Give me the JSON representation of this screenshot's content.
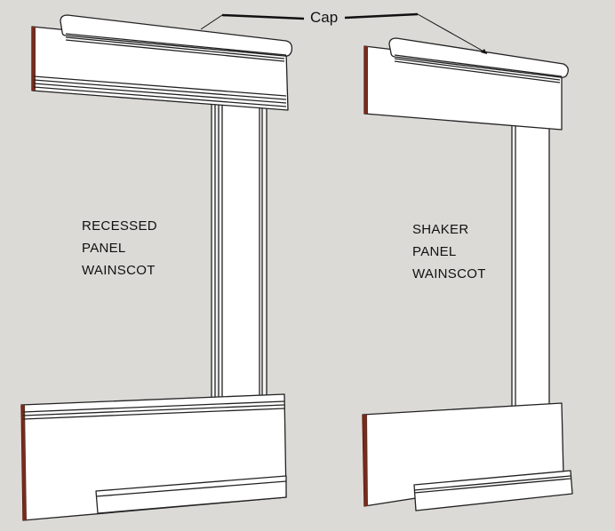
{
  "callout": {
    "label": "Cap"
  },
  "left_assembly": {
    "lines": [
      "RECESSED",
      "PANEL",
      "WAINSCOT"
    ]
  },
  "right_assembly": {
    "lines": [
      "SHAKER",
      "PANEL",
      "WAINSCOT"
    ]
  },
  "colors": {
    "background": "#dcdad6",
    "board": "#ffffff",
    "edge": "#7a2a1a",
    "outline": "#222222"
  }
}
